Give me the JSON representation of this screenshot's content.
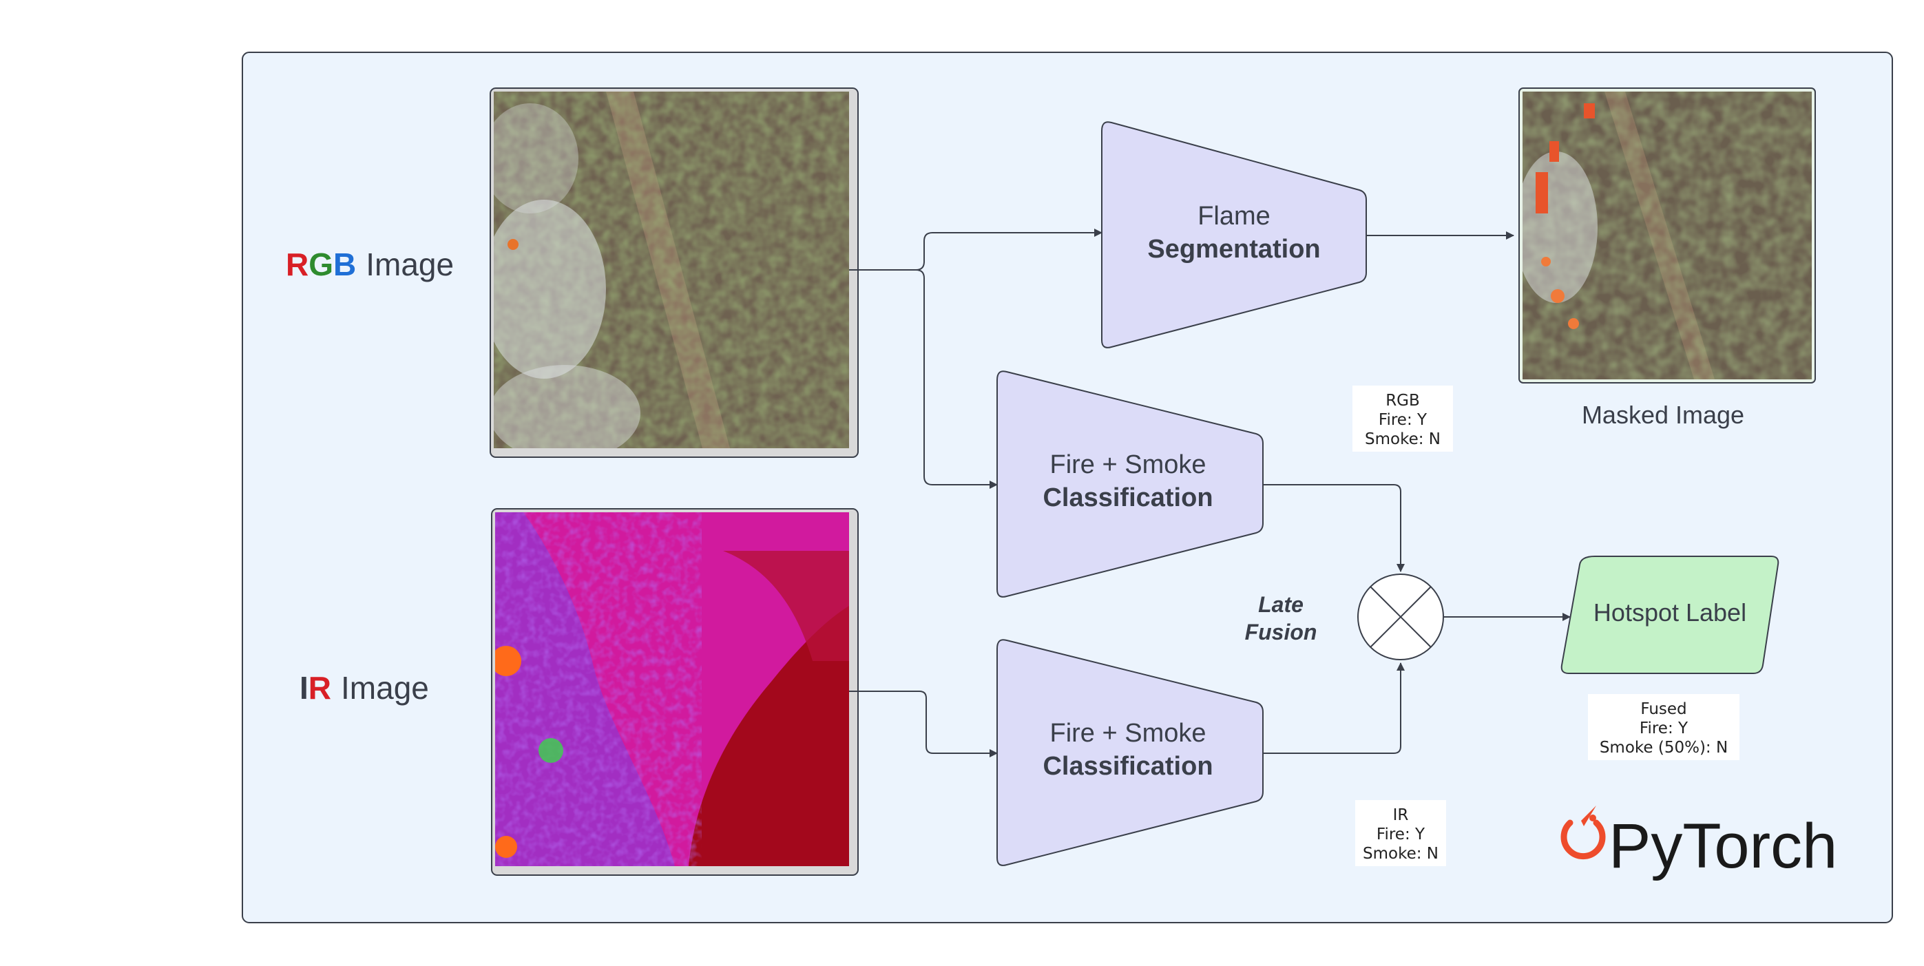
{
  "inputs": {
    "rgb": {
      "letters": [
        "R",
        "G",
        "B"
      ],
      "letter_colors": [
        "#d81f26",
        "#2e8b2e",
        "#1f6fd6"
      ],
      "suffix": "Image"
    },
    "ir": {
      "letters": [
        "I",
        "R"
      ],
      "letter_colors": [
        "#3a3f4a",
        "#d81f26"
      ],
      "suffix": "Image"
    }
  },
  "blocks": {
    "flame_seg": {
      "line1": "Flame",
      "line2": "Segmentation"
    },
    "cls_rgb": {
      "line1": "Fire + Smoke",
      "line2": "Classification"
    },
    "cls_ir": {
      "line1": "Fire + Smoke",
      "line2": "Classification"
    },
    "fusion": {
      "line1": "Late",
      "line2": "Fusion"
    },
    "output": {
      "label": "Hotspot Label"
    }
  },
  "masked_label": "Masked Image",
  "results": {
    "rgb": [
      "RGB",
      "Fire: Y",
      "Smoke: N"
    ],
    "ir": [
      "IR",
      "Fire: Y",
      "Smoke: N"
    ],
    "fused": [
      "Fused",
      "Fire: Y",
      "Smoke (50%): N"
    ]
  },
  "logo": {
    "text": "PyTorch",
    "color": "#ee4c2c"
  },
  "colors": {
    "panel": "#ecf4fd",
    "block": "#dcdcf8",
    "output_fill": "#c4f2c8",
    "stroke": "#3a3f4a",
    "ir_base": "#d11a9e"
  },
  "icons": {
    "fusion": "circle-x-icon",
    "arrow": "arrow-right-icon",
    "logo": "pytorch-flame-icon"
  }
}
